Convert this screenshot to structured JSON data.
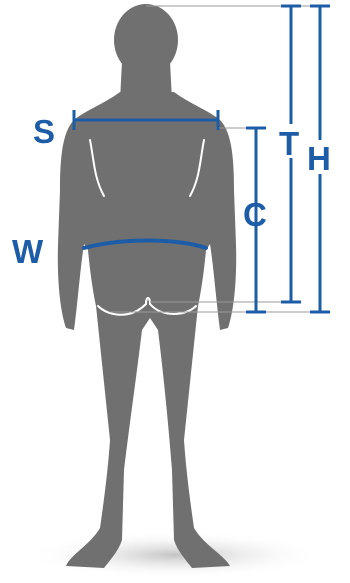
{
  "diagram": {
    "labels": {
      "shoulder": "S",
      "waist": "W",
      "chest_to_crotch": "C",
      "torso_height": "T",
      "total_height": "H"
    },
    "colors": {
      "figure": "#707070",
      "figure_outline": "#ffffff",
      "measure_line": "#1d5ca7",
      "guide_line": "#9a9a9a",
      "shadow": "#d0d0d0"
    },
    "icons": {
      "figure": "human-body-back-view-icon"
    }
  }
}
